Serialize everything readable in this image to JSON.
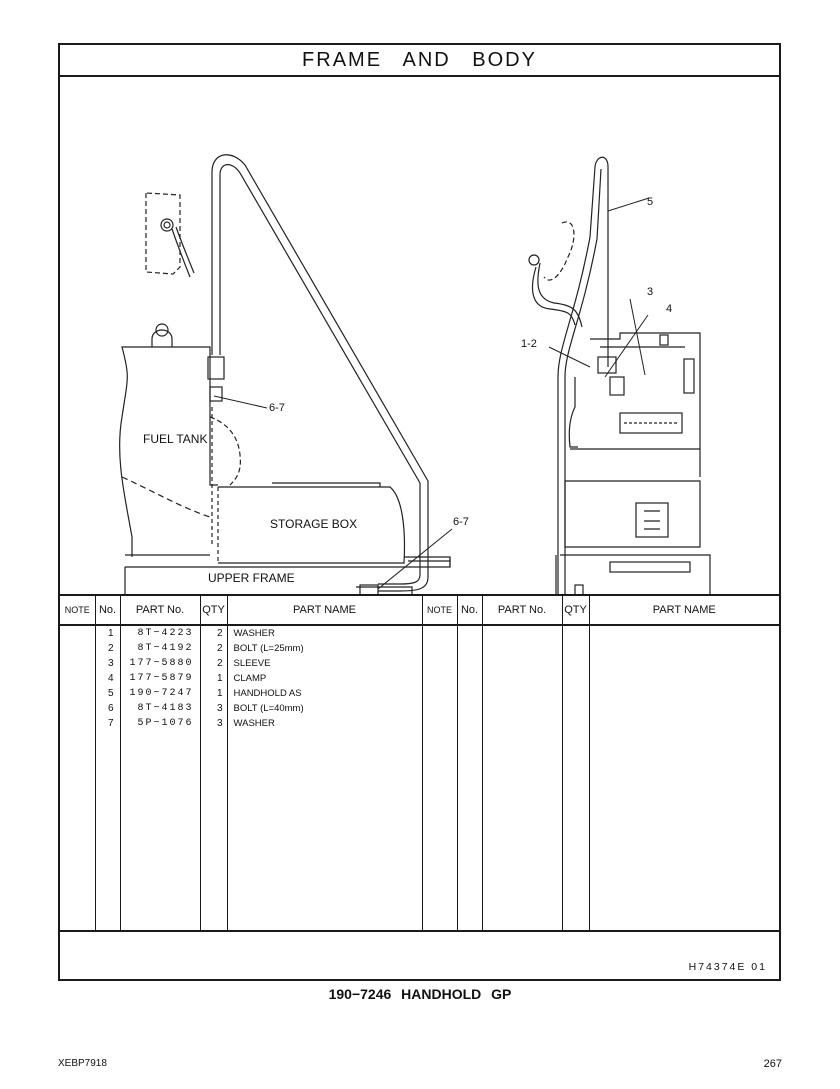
{
  "page": {
    "title": "FRAME AND BODY",
    "group_title": "190−7246  HANDHOLD GP",
    "reference_code": "H74374E  01",
    "doc_id": "XEBP7918",
    "page_number": "267"
  },
  "drawing": {
    "labels": {
      "fuel_tank": "FUEL TANK",
      "storage_box": "STORAGE BOX",
      "upper_frame": "UPPER FRAME"
    },
    "callouts": {
      "left_6_7_a": "6-7",
      "left_6_7_b": "6-7",
      "right_5": "5",
      "right_3": "3",
      "right_4": "4",
      "right_1_2": "1-2"
    }
  },
  "table": {
    "headers": {
      "note": "NOTE",
      "no": "No.",
      "part_no": "PART No.",
      "qty": "QTY",
      "part_name": "PART NAME"
    },
    "rows": [
      {
        "no": "1",
        "part_no": "8T−4223",
        "qty": "2",
        "name": "WASHER"
      },
      {
        "no": "2",
        "part_no": "8T−4192",
        "qty": "2",
        "name": "BOLT (L=25mm)"
      },
      {
        "no": "3",
        "part_no": "177−5880",
        "qty": "2",
        "name": "SLEEVE"
      },
      {
        "no": "4",
        "part_no": "177−5879",
        "qty": "1",
        "name": "CLAMP"
      },
      {
        "no": "5",
        "part_no": "190−7247",
        "qty": "1",
        "name": "HANDHOLD AS"
      },
      {
        "no": "6",
        "part_no": "8T−4183",
        "qty": "3",
        "name": "BOLT (L=40mm)"
      },
      {
        "no": "7",
        "part_no": "5P−1076",
        "qty": "3",
        "name": "WASHER"
      }
    ]
  }
}
